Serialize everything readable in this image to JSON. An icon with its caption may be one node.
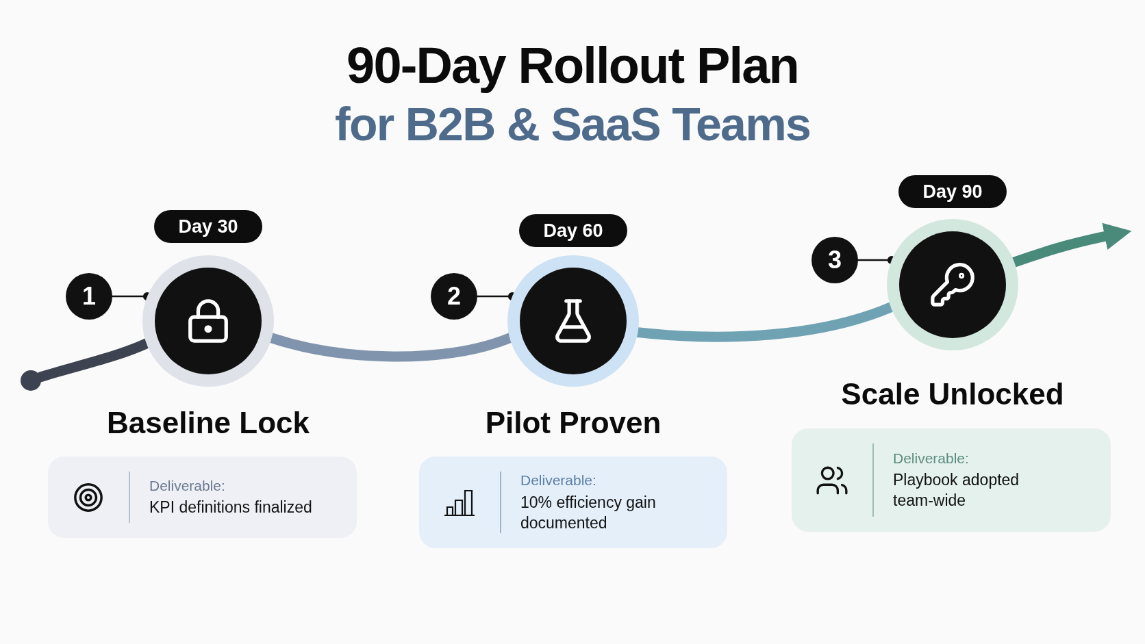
{
  "diagram": {
    "title": "90-Day Rollout Plan",
    "nodes": [
      {
        "text": [],
        "shape": "circle"
      },
      {
        "text": [
          "Day 30"
        ]
      },
      {
        "text": [
          "1"
        ]
      },
      {
        "text": [],
        "shape": "circle",
        "beside": [
          "Baseline Lock"
        ]
      },
      {
        "text": [
          "Deliverable:",
          "KPI definitions finalized"
        ]
      },
      {
        "text": [
          "Day 60"
        ]
      },
      {
        "text": [
          "2"
        ]
      },
      {
        "text": [],
        "shape": "circle",
        "beside": [
          "Pilot Proven"
        ]
      },
      {
        "text": [
          "Deliverable:",
          "10% efficiency gain documented"
        ]
      },
      {
        "text": [
          "Day 90"
        ]
      },
      {
        "text": [
          "3"
        ]
      },
      {
        "text": [],
        "shape": "circle",
        "beside": [
          "Scale Unlocked"
        ]
      },
      {
        "text": [
          "Deliverable:",
          "Playbook adopted team-wide"
        ]
      }
    ],
    "edges": [
      {
        "from": 0,
        "to": 3,
        "arrow": "none",
        "color": "#3d4350"
      },
      {
        "from": 3,
        "to": 7,
        "arrow": "none",
        "color": "#8194ad"
      },
      {
        "from": 7,
        "to": 11,
        "arrow": "none",
        "color": "#6fa3b4"
      },
      {
        "from": 11,
        "to": null,
        "arrow": "to",
        "color": "#4a8a7b"
      },
      {
        "from": 2,
        "to": 3,
        "arrow": "other"
      },
      {
        "from": 6,
        "to": 7,
        "arrow": "other"
      },
      {
        "from": 10,
        "to": 11,
        "arrow": "other"
      }
    ],
    "labels": [
      "for B2B & SaaS Teams"
    ]
  }
}
